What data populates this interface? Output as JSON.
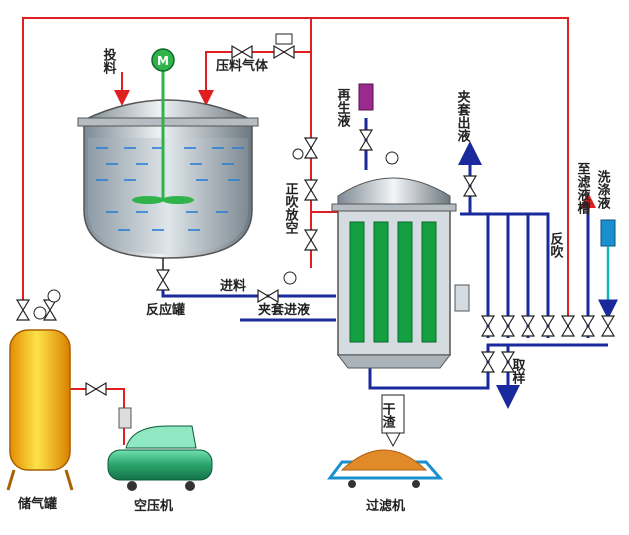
{
  "labels": {
    "feed_in": "投料",
    "pressure_gas": "压料气体",
    "motor": "M",
    "regen_liquid": "再生液",
    "jacket_out": "夹套出液",
    "forward_blow": "正吹放空",
    "reverse_blow": "反吹",
    "to_filtrate_tank": "至滤液槽",
    "wash_liquid": "洗涤液",
    "feed": "进料",
    "jacket_in": "夹套进液",
    "reactor": "反应罐",
    "sampling": "取样",
    "dry_residue": "干渣",
    "gas_tank": "储气罐",
    "compressor": "空压机",
    "filter": "过滤机"
  },
  "colors": {
    "air_line": "#e02020",
    "liquid_line": "#1a2a9c",
    "filter_element": "#12a040",
    "gas_tank": "#f2b000",
    "compressor": "#2aa36a",
    "regen_tank": "#9a2a8c",
    "wash_tank": "#1a8fd0",
    "residue": "#e08a2a"
  }
}
